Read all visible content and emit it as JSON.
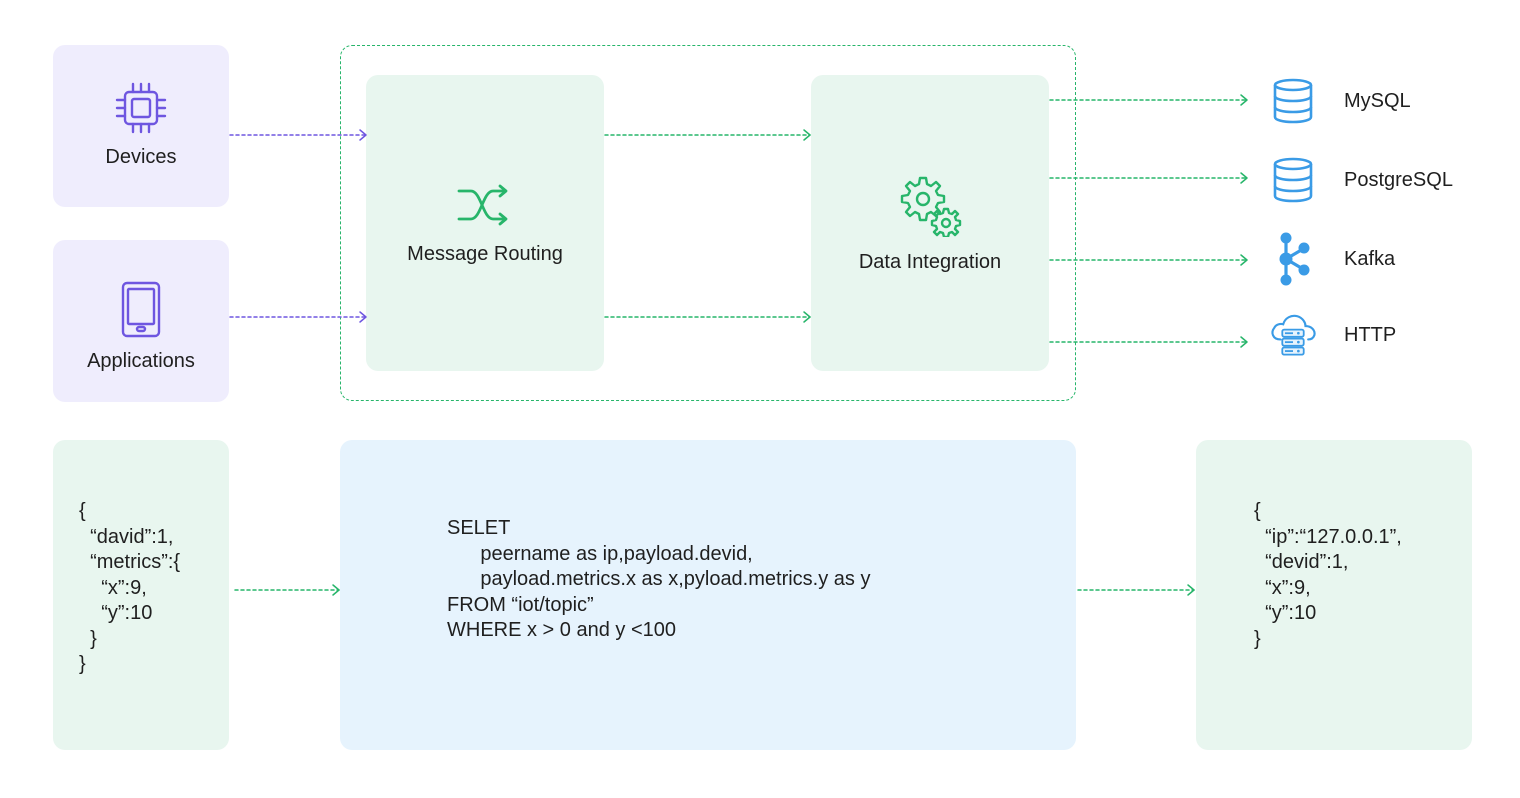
{
  "sources": [
    {
      "label": "Devices",
      "icon": "chip-icon"
    },
    {
      "label": "Applications",
      "icon": "tablet-icon"
    }
  ],
  "stages": [
    {
      "label": "Message Routing",
      "icon": "shuffle-icon"
    },
    {
      "label": "Data Integration",
      "icon": "gears-icon"
    }
  ],
  "destinations": [
    {
      "label": "MySQL",
      "icon": "database-icon"
    },
    {
      "label": "PostgreSQL",
      "icon": "database-icon"
    },
    {
      "label": "Kafka",
      "icon": "kafka-icon"
    },
    {
      "label": "HTTP",
      "icon": "cloud-server-icon"
    }
  ],
  "example": {
    "input_json": "{\n  “david”:1,\n  “metrics”:{\n    “x”:9,\n    “y”:10\n  }\n}",
    "sql": "SELET\n      peername as ip,payload.devid,\n      payload.metrics.x as x,pyload.metrics.y as y\nFROM “iot/topic”\nWHERE x > 0 and y <100",
    "output_json": "{\n  “ip”:“127.0.0.1”,\n  “devid”:1,\n  “x”:9,\n  “y”:10\n}"
  },
  "colors": {
    "purple_accent": "#6e56e0",
    "green_accent": "#27b56a",
    "blue_accent": "#3a9be6",
    "purple_bg": "#efedfd",
    "green_bg": "#e8f6ef",
    "blue_bg": "#e6f3fd"
  }
}
